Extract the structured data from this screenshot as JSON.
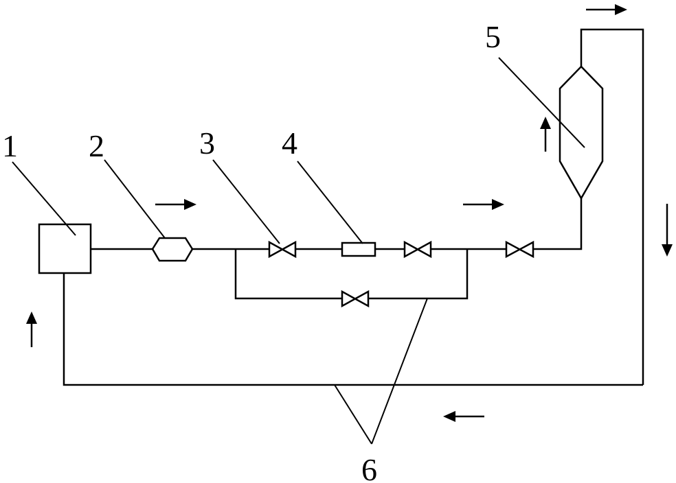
{
  "diagram": {
    "labels": {
      "tank": "1",
      "pump": "2",
      "valve": "3",
      "component": "4",
      "vessel": "5",
      "pipe": "6"
    }
  }
}
